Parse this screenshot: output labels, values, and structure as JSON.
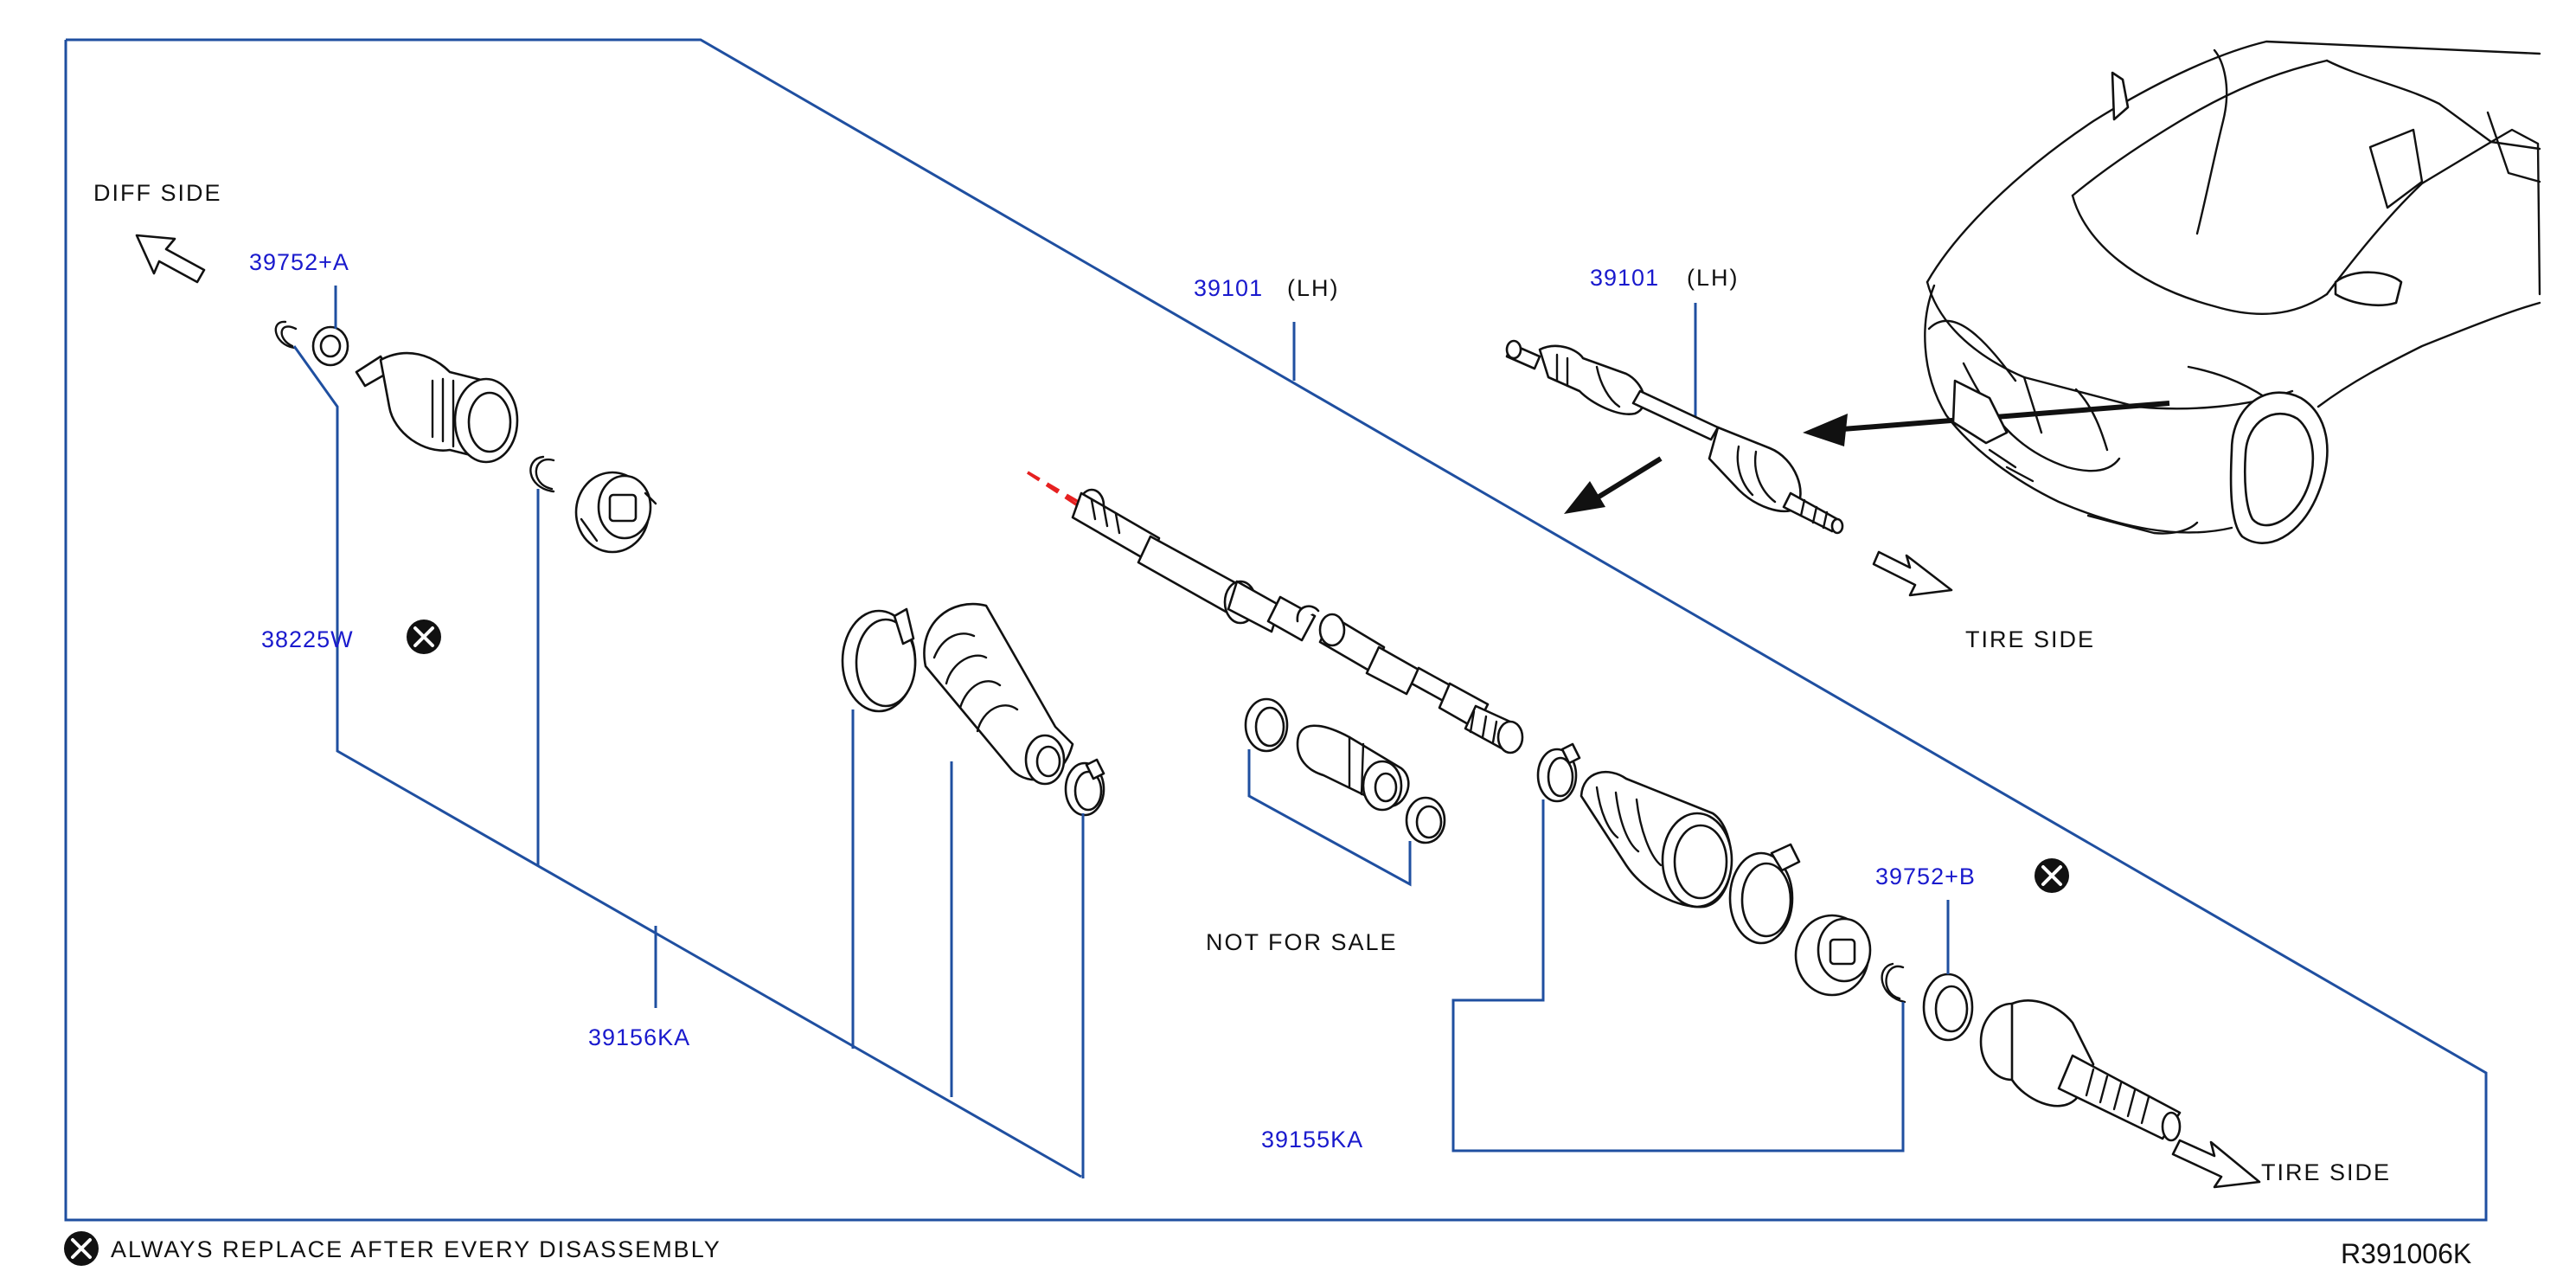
{
  "diagram": {
    "ref_code": "R391006K",
    "legend_text": "ALWAYS   REPLACE   AFTER   EVERY   DISASSEMBLY",
    "side_labels": {
      "diff_side": "DIFF   SIDE",
      "tire_side_top": "TIRE   SIDE",
      "tire_side_bottom": "TIRE   SIDE"
    },
    "note_not_for_sale": "NOT   FOR   SALE",
    "parts": {
      "p39752a": "39752+A",
      "p38225w": "38225W",
      "p39156ka": "39156KA",
      "p39101_main": "39101",
      "p39101_main_side": "(LH)",
      "p39101_inset": "39101",
      "p39101_inset_side": "(LH)",
      "p39752b": "39752+B",
      "p39155ka": "39155KA"
    },
    "colors": {
      "leader_blue": "#1f4fa0",
      "part_number_blue": "#1a1acd",
      "dash_red": "#e62020",
      "ink": "#111111"
    },
    "icons": [
      "replace-mark-icon",
      "diff-side-arrow-icon",
      "tire-side-arrow-icon",
      "vehicle-illustration"
    ]
  }
}
